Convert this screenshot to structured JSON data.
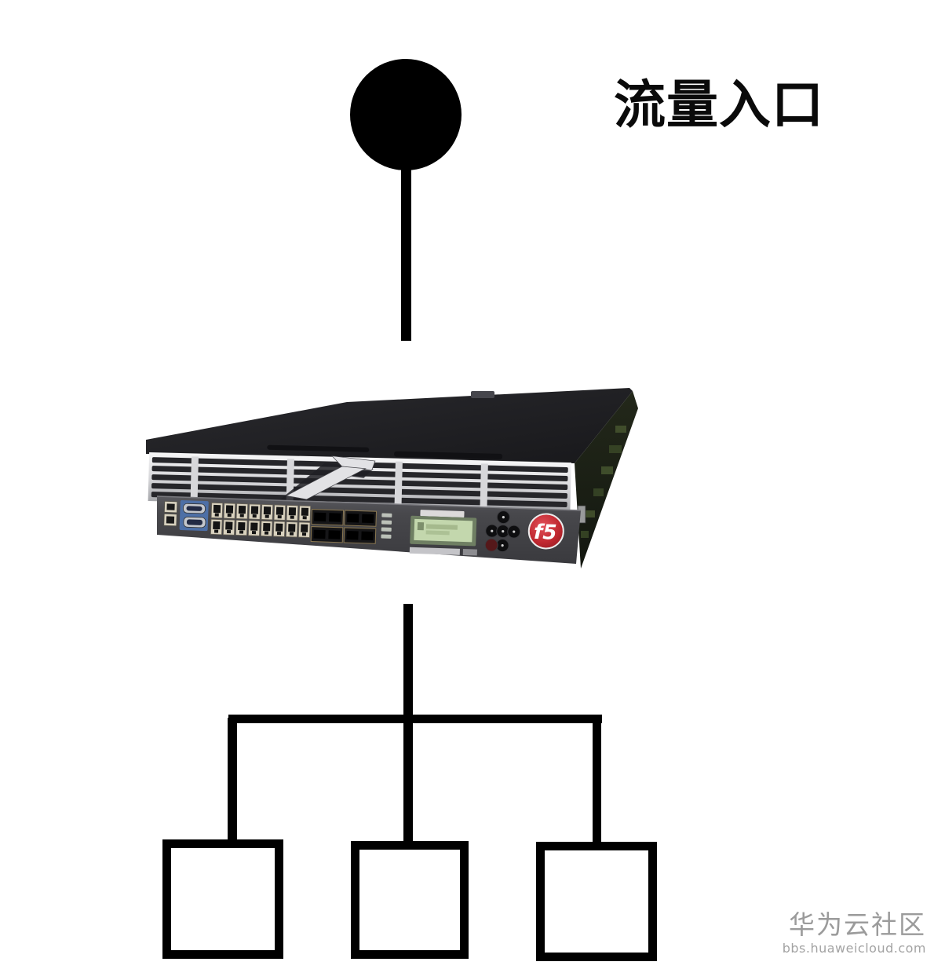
{
  "diagram": {
    "entry_label": "流量入口",
    "device": {
      "logo": "f5"
    },
    "server_count": 3
  },
  "watermark": {
    "community": "华为云社区",
    "site": "bbs.huaweicloud.com"
  },
  "colors": {
    "connector": "#000000",
    "f5_red": "#b5242c",
    "lcd_green": "#c3d7ad",
    "watermark_gray": "#9b9b9b"
  }
}
